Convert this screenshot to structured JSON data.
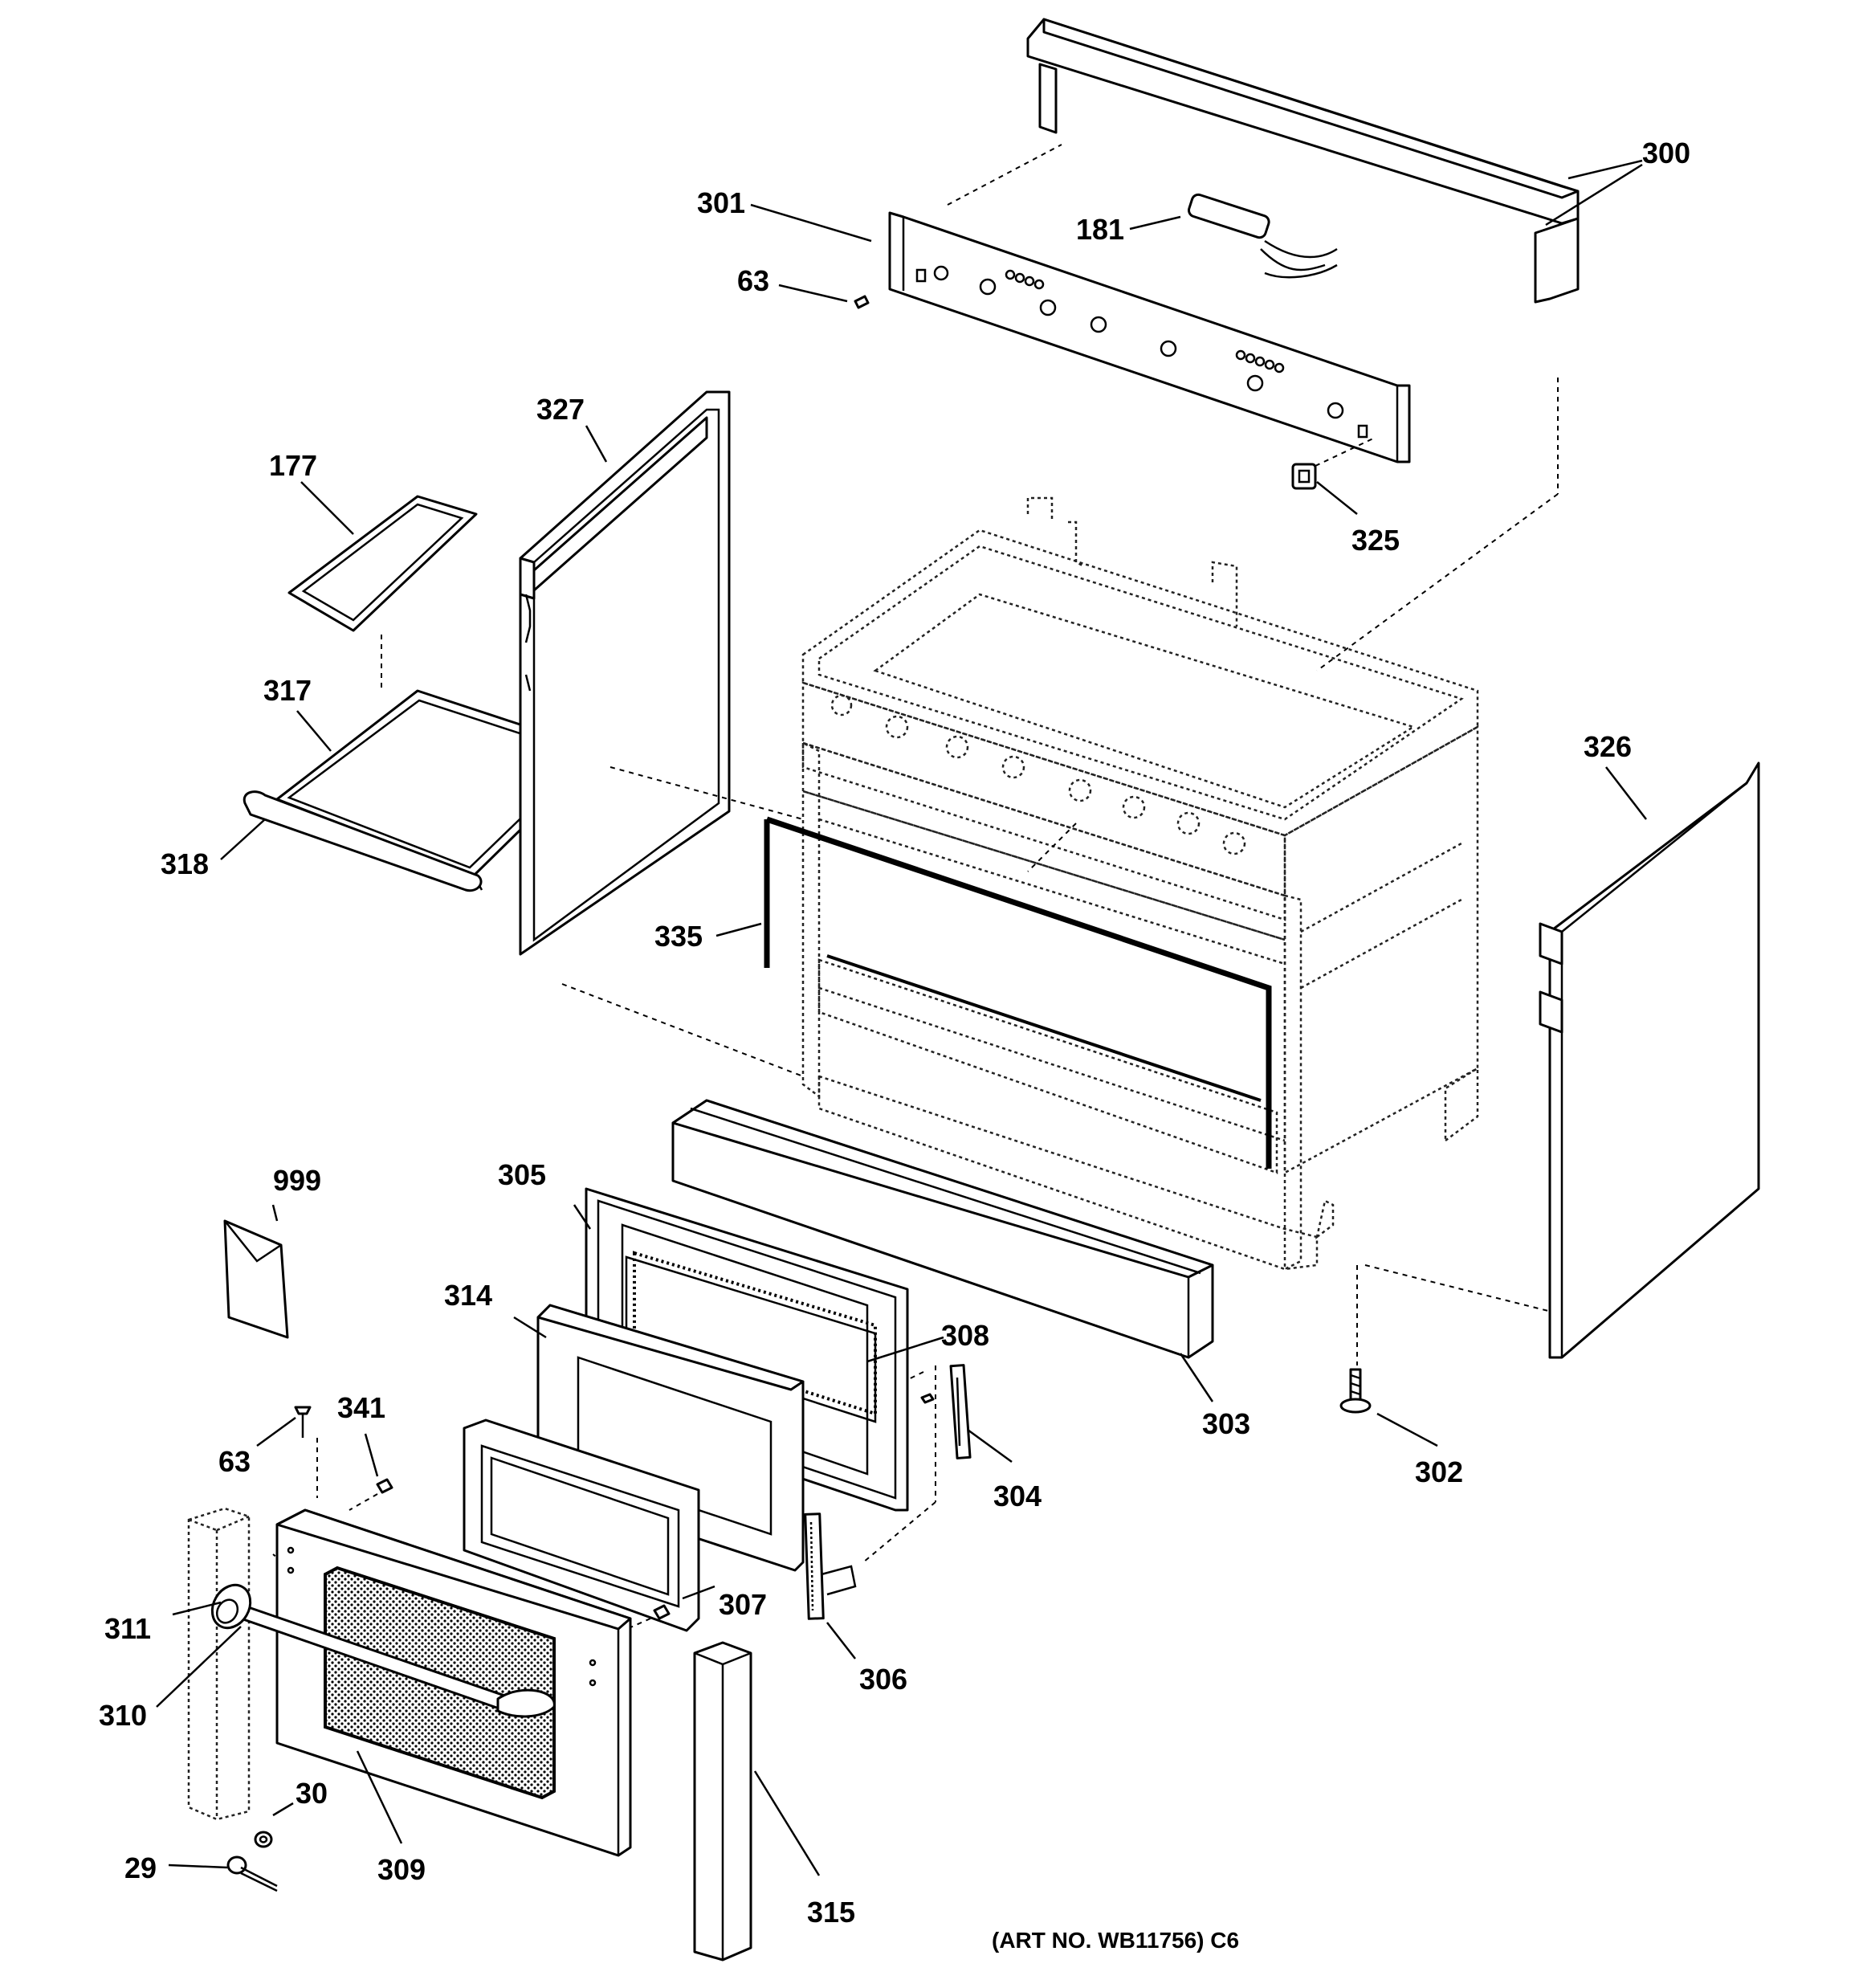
{
  "diagram": {
    "callouts": {
      "p300": "300",
      "p301": "301",
      "p181": "181",
      "p63a": "63",
      "p327": "327",
      "p177": "177",
      "p325": "325",
      "p317": "317",
      "p326": "326",
      "p318": "318",
      "p335": "335",
      "p999": "999",
      "p305": "305",
      "p314": "314",
      "p308": "308",
      "p341": "341",
      "p63b": "63",
      "p303": "303",
      "p304": "304",
      "p302": "302",
      "p307": "307",
      "p311": "311",
      "p306": "306",
      "p310": "310",
      "p30": "30",
      "p29": "29",
      "p309": "309",
      "p315": "315"
    },
    "art_number": "(ART NO. WB11756) C6"
  }
}
